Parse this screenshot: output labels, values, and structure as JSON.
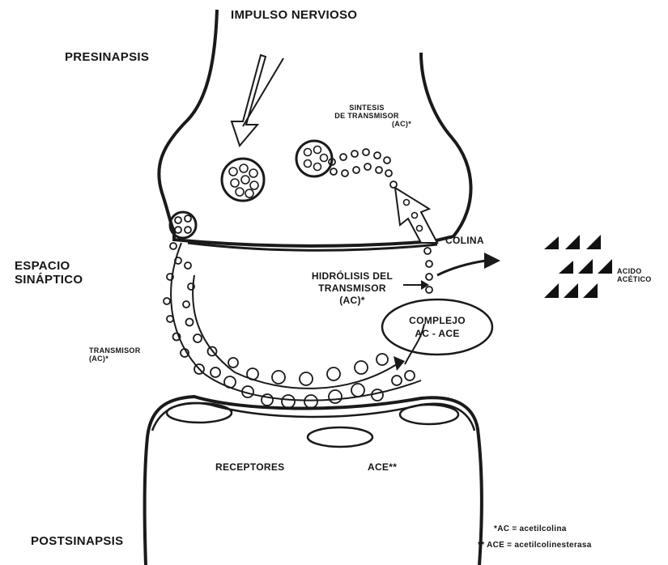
{
  "labels": {
    "impulse": "IMPULSO NERVIOSO",
    "presynapse": "PRESINAPSIS",
    "synthesis_line1": "SINTESIS",
    "synthesis_line2": "DE TRANSMISOR",
    "synthesis_line3": "(AC)*",
    "choline": "COLINA",
    "acetic_line1": "ACIDO",
    "acetic_line2": "ACÉTICO",
    "cleft_line1": "ESPACIO",
    "cleft_line2": "SINÁPTICO",
    "hydrolysis_line1": "HIDRÓLISIS DEL",
    "hydrolysis_line2": "TRANSMISOR",
    "hydrolysis_line3": "(AC)*",
    "complex_line1": "COMPLEJO",
    "complex_line2": "AC - ACE",
    "transmitter_line1": "TRANSMISOR",
    "transmitter_line2": "(AC)*",
    "receptors": "RECEPTORES",
    "ace": "ACE**",
    "postsynapse": "POSTSINAPSIS",
    "legend_ac": "*AC = acetilcolina",
    "legend_ace": "** ACE = acetilcolinesterasa"
  },
  "colors": {
    "ink": "#161616",
    "background": "#ffffff",
    "membrane": "#1a1a1a"
  },
  "icons": {
    "acetic_acid_marker": "black-triangle-icon",
    "vesicle": "circle-cluster-icon"
  }
}
